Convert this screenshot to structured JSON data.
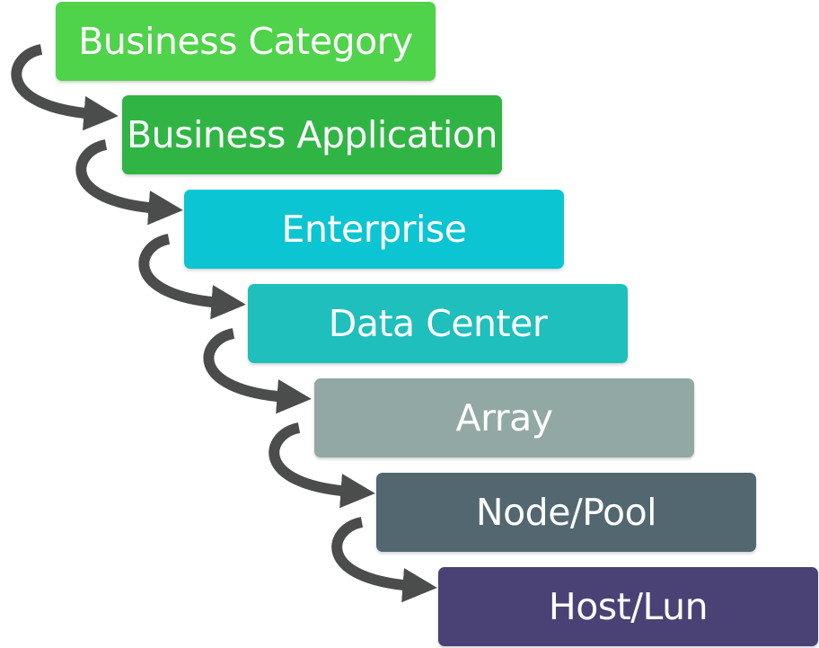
{
  "levels": [
    {
      "label": "Business Category",
      "color": "#4fd34a"
    },
    {
      "label": "Business Application",
      "color": "#30b545"
    },
    {
      "label": "Enterprise",
      "color": "#0bc5d2"
    },
    {
      "label": "Data Center",
      "color": "#1fbfbd"
    },
    {
      "label": "Array",
      "color": "#92a8a4"
    },
    {
      "label": "Node/Pool",
      "color": "#526770"
    },
    {
      "label": "Host/Lun",
      "color": "#4a4174"
    }
  ],
  "arrow_color": "#4a4d4b"
}
